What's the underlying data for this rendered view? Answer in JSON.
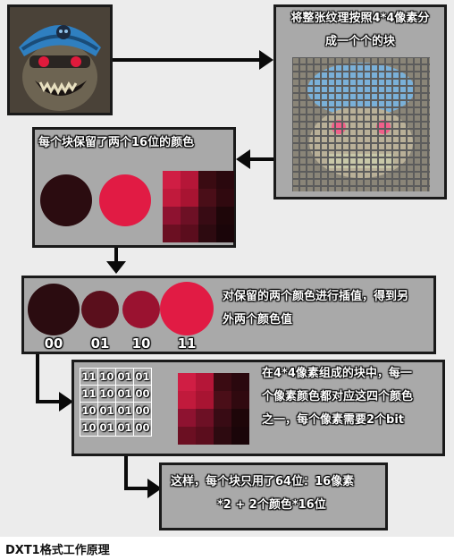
{
  "steps": {
    "split_text": [
      "将整张纹理按照4*4像素分",
      "成一个个的块"
    ],
    "keep_colors": "每个块保留了两个16位的颜色",
    "interpolate_text": [
      "对保留的两个颜色进行插值，得到另",
      "外两个颜色值"
    ],
    "index_text": [
      "在4*4像素组成的块中，每一",
      "个像素颜色都对应这四个颜色",
      "之一，每个像素需要2个bit"
    ],
    "summary_text": [
      "这样，每个块只用了64位：16像素",
      "*2 + 2个颜色*16位"
    ]
  },
  "palette": {
    "color0": "#2b0c10",
    "color1": "#e11b44",
    "interp0": "#2b0c10",
    "interp1": "#5a0f1c",
    "interp2": "#9a1230",
    "interp3": "#e11b44"
  },
  "palette_labels": [
    "00",
    "01",
    "10",
    "11"
  ],
  "block_pixels": [
    [
      "#d01e44",
      "#b51638",
      "#3a0b12",
      "#2a080e"
    ],
    [
      "#c11a3c",
      "#a81432",
      "#4a0e18",
      "#30090f"
    ],
    [
      "#8e1230",
      "#6d1025",
      "#380b14",
      "#1e0609"
    ],
    [
      "#6b0f22",
      "#5b0d1d",
      "#2d0a10",
      "#1a0509"
    ]
  ],
  "index_grid": [
    [
      "11",
      "10",
      "01",
      "01"
    ],
    [
      "11",
      "10",
      "01",
      "00"
    ],
    [
      "10",
      "01",
      "01",
      "00"
    ],
    [
      "10",
      "01",
      "01",
      "00"
    ]
  ],
  "caption": "DXT1格式工作原理",
  "icons": {
    "sprite": "goblin-character-icon",
    "pixelated": "pixelated-goblin-icon"
  }
}
